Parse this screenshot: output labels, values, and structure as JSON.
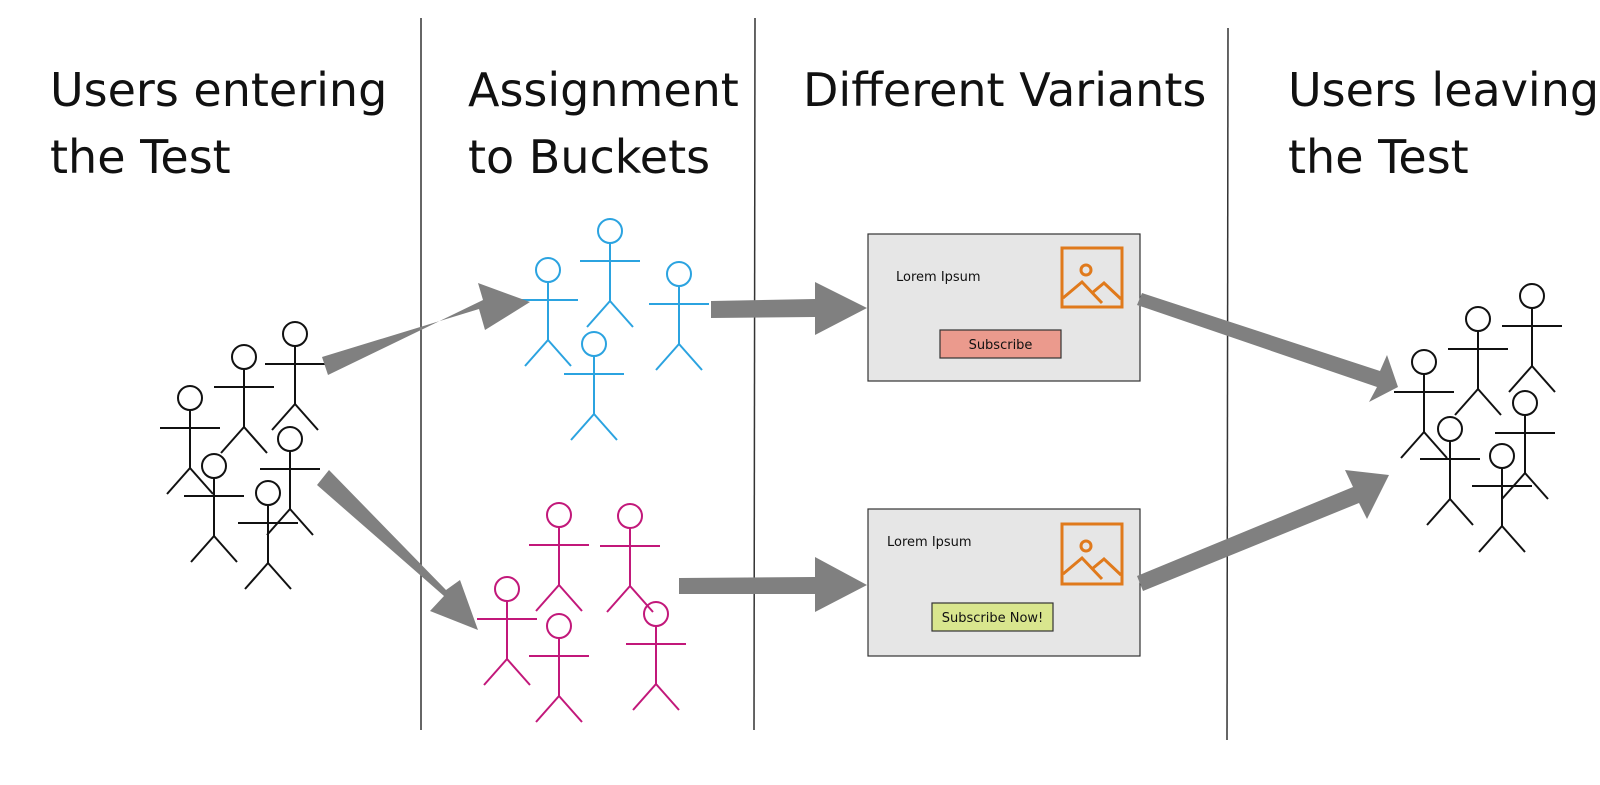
{
  "columns": [
    {
      "line1": "Users entering",
      "line2": "the Test"
    },
    {
      "line1": "Assignment",
      "line2": "to Buckets"
    },
    {
      "line1": "Different Variants",
      "line2": ""
    },
    {
      "line1": "Users leaving",
      "line2": "the Test"
    }
  ],
  "variant_a": {
    "text": "Lorem Ipsum",
    "button": "Subscribe",
    "button_color": "#eb9a8d"
  },
  "variant_b": {
    "text": "Lorem Ipsum",
    "button": "Subscribe Now!",
    "button_color": "#d9e68e"
  },
  "colors": {
    "divider": "#333333",
    "arrow": "#808080",
    "users": "#111111",
    "bucket_a": "#2ba3e0",
    "bucket_b": "#c2187a",
    "card_bg": "#e6e6e6",
    "image_icon": "#e07a1c"
  },
  "icons": {
    "user": "stick-figure-icon",
    "image": "image-placeholder-icon"
  }
}
